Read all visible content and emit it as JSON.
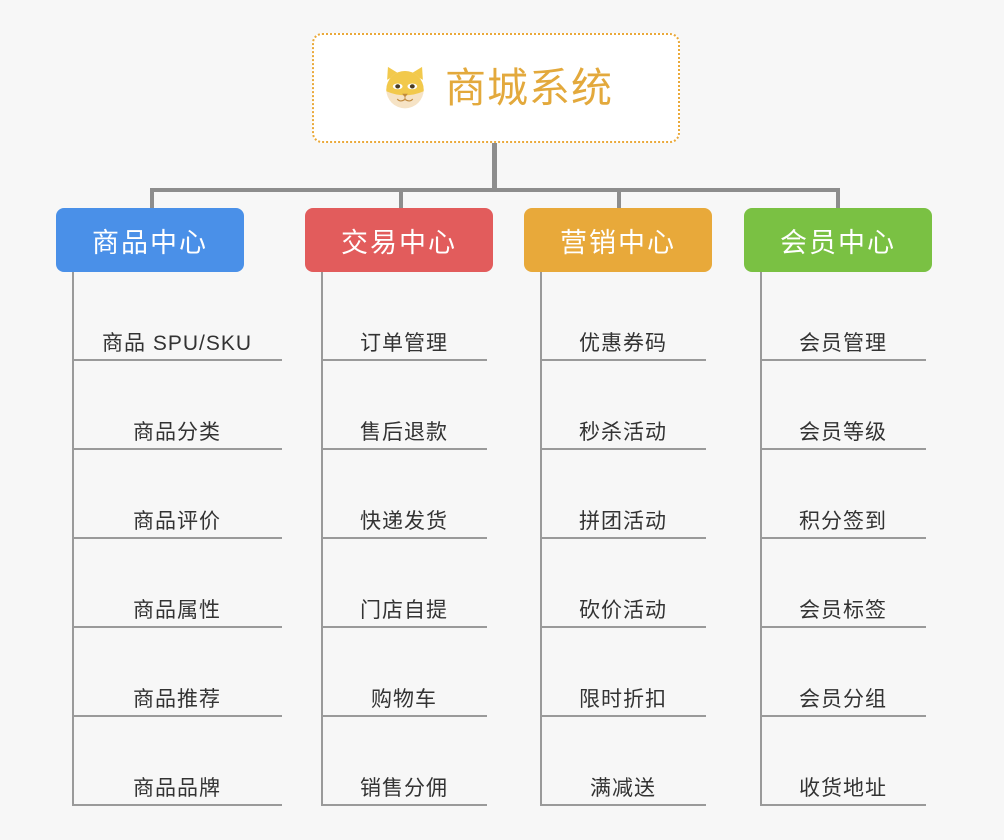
{
  "root": {
    "title": "商城系统",
    "icon": "shiba-dog-icon",
    "border_color": "#eaa93a",
    "title_color": "#e3a93c",
    "background": "#ffffff"
  },
  "canvas": {
    "background": "#f7f7f7",
    "connector_color": "#8d8d8d",
    "trunk_color": "#9a9a9a"
  },
  "columns": [
    {
      "label": "商品中心",
      "color": "#4a90e8",
      "items": [
        "商品 SPU/SKU",
        "商品分类",
        "商品评价",
        "商品属性",
        "商品推荐",
        "商品品牌"
      ]
    },
    {
      "label": "交易中心",
      "color": "#e25c5c",
      "items": [
        "订单管理",
        "售后退款",
        "快递发货",
        "门店自提",
        "购物车",
        "销售分佣"
      ]
    },
    {
      "label": "营销中心",
      "color": "#e8a93a",
      "items": [
        "优惠券码",
        "秒杀活动",
        "拼团活动",
        "砍价活动",
        "限时折扣",
        "满减送"
      ]
    },
    {
      "label": "会员中心",
      "color": "#7ac143",
      "items": [
        "会员管理",
        "会员等级",
        "积分签到",
        "会员标签",
        "会员分组",
        "收货地址"
      ]
    }
  ]
}
